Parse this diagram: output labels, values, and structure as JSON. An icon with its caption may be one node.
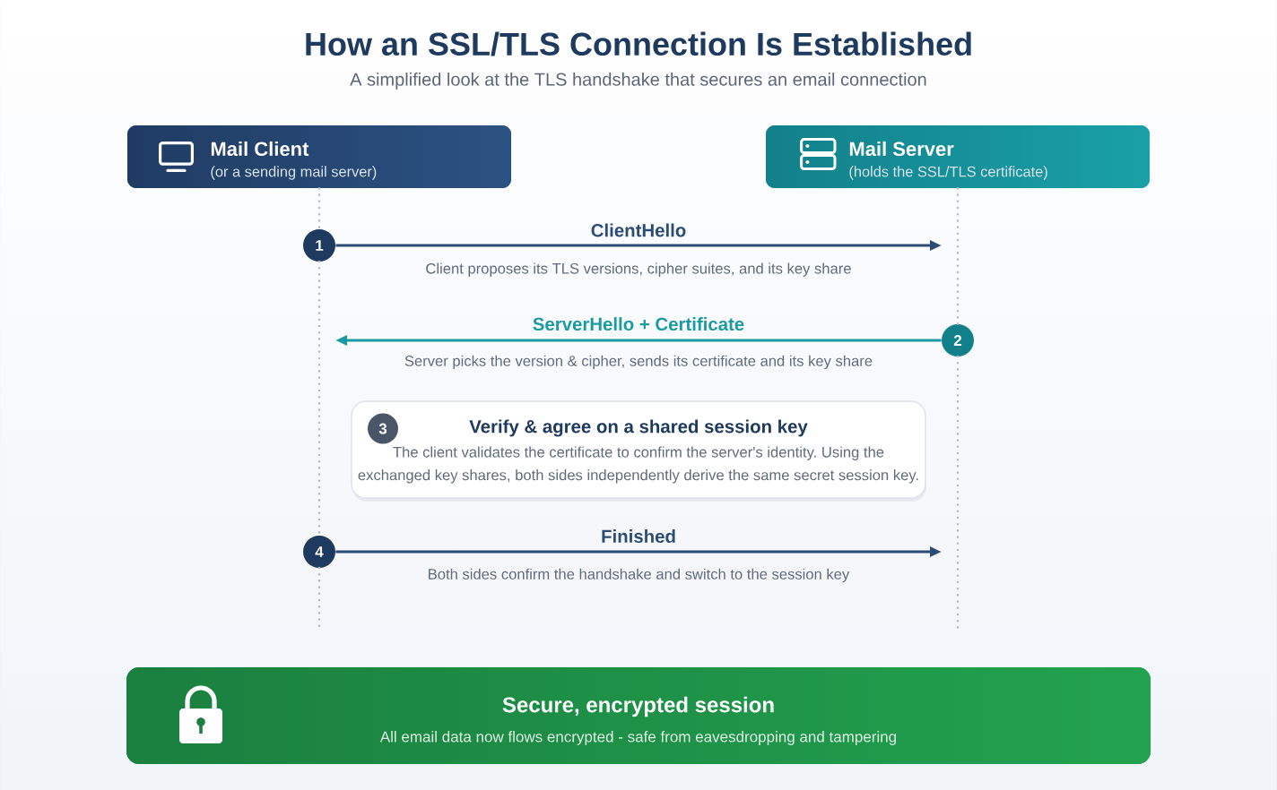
{
  "diagram": {
    "title": "How an SSL/TLS Connection Is Established",
    "nodes": [
      {
        "text": [
          "Mail Client",
          "(or a sending mail server)"
        ]
      },
      {
        "text": [
          "Mail Server",
          "(holds the SSL/TLS certificate)"
        ]
      },
      {
        "text": [
          "1"
        ]
      },
      {
        "text": [
          "2"
        ]
      },
      {
        "text": [
          "Verify & agree on a shared session key",
          "The client validates the certificate to confirm the server's identity. Using the exchanged key shares, both sides independently derive the same secret session key."
        ]
      },
      {
        "text": [
          "3"
        ],
        "in": 4
      },
      {
        "text": [
          "4"
        ]
      },
      {
        "text": [
          "Secure, encrypted session",
          "All email data now flows encrypted - safe from eavesdropping and tampering"
        ]
      }
    ],
    "edges": [
      {
        "from": 0,
        "to": null,
        "arrow": "none",
        "style": "dashed",
        "color": "#b4bcc8"
      },
      {
        "from": 1,
        "to": null,
        "arrow": "none",
        "style": "dashed",
        "color": "#b4bcc8"
      },
      {
        "from": 2,
        "to": null,
        "arrow": "to",
        "label": "ClientHello",
        "color": "#2c4c74"
      },
      {
        "from": 3,
        "to": null,
        "arrow": "to",
        "label": "ServerHello + Certificate",
        "color": "#1a9aa2"
      },
      {
        "from": 6,
        "to": null,
        "arrow": "to",
        "label": "Finished",
        "color": "#2c4c74"
      }
    ],
    "labels": [
      "A simplified look at the TLS handshake that secures an email connection",
      "Client proposes its TLS versions, cipher suites, and its key share",
      "Server picks the version & cipher, sends its certificate and its key share",
      "Both sides confirm the handshake and switch to the session key"
    ]
  }
}
